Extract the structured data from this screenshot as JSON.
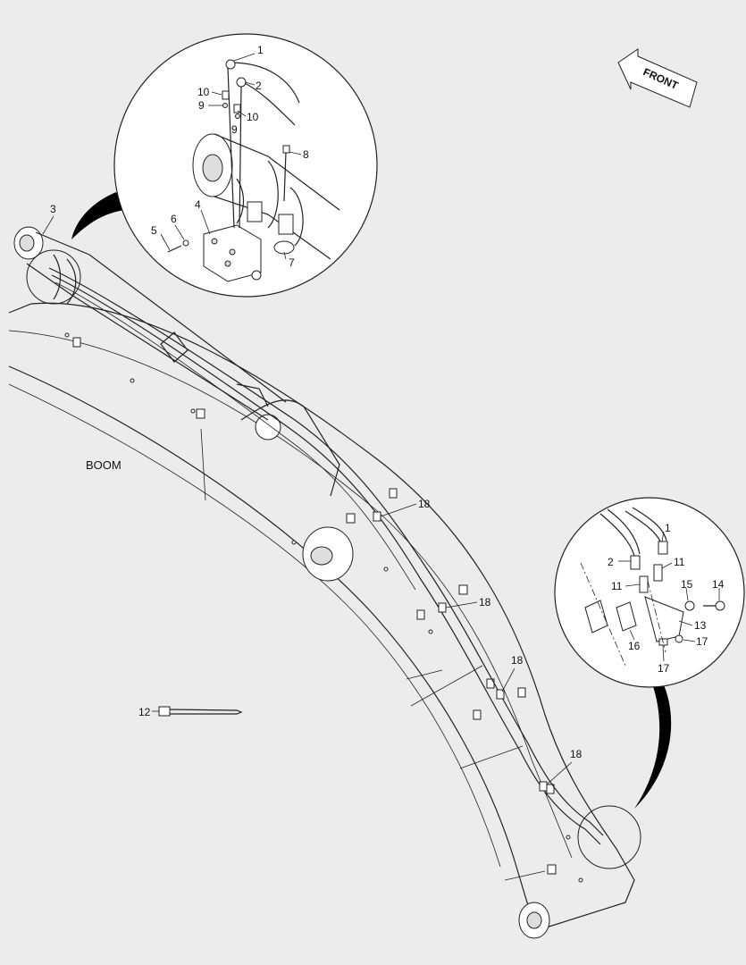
{
  "diagram": {
    "main_label": "BOOM",
    "direction_label": "FRONT",
    "top_detail_callouts": [
      "1",
      "2",
      "10",
      "9",
      "10",
      "9",
      "8",
      "4",
      "6",
      "5",
      "7"
    ],
    "bottom_detail_callouts": [
      "1",
      "2",
      "11",
      "11",
      "15",
      "14",
      "13",
      "16",
      "17",
      "17"
    ],
    "boom_callouts": [
      "3",
      "18",
      "18",
      "18",
      "18",
      "12"
    ],
    "colors": {
      "background": "#ececec",
      "line": "#222222",
      "circle_fill": "#ffffff",
      "pointer_fill": "#000000"
    }
  }
}
